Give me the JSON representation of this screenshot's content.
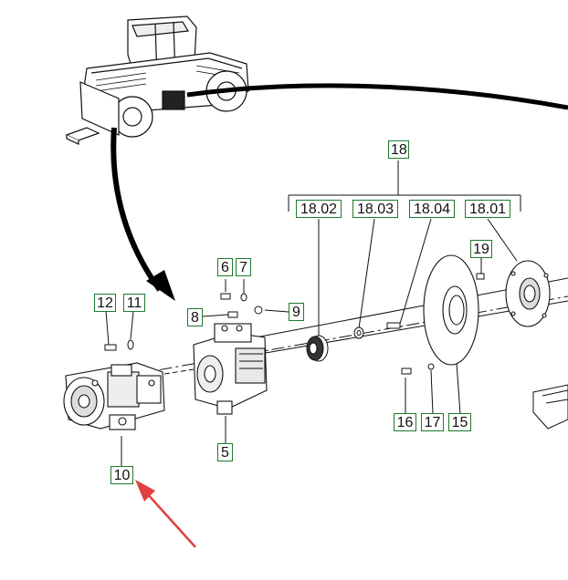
{
  "callouts": {
    "c18": "18",
    "c18_02": "18.02",
    "c18_03": "18.03",
    "c18_04": "18.04",
    "c18_01": "18.01",
    "c19": "19",
    "c6": "6",
    "c7": "7",
    "c8": "8",
    "c9": "9",
    "c12": "12",
    "c11": "11",
    "c5": "5",
    "c10": "10",
    "c16": "16",
    "c17": "17",
    "c15": "15"
  },
  "colors": {
    "callout_border": "#1f7a2c",
    "line": "#111111",
    "pointer_arrow": "#e04040"
  }
}
